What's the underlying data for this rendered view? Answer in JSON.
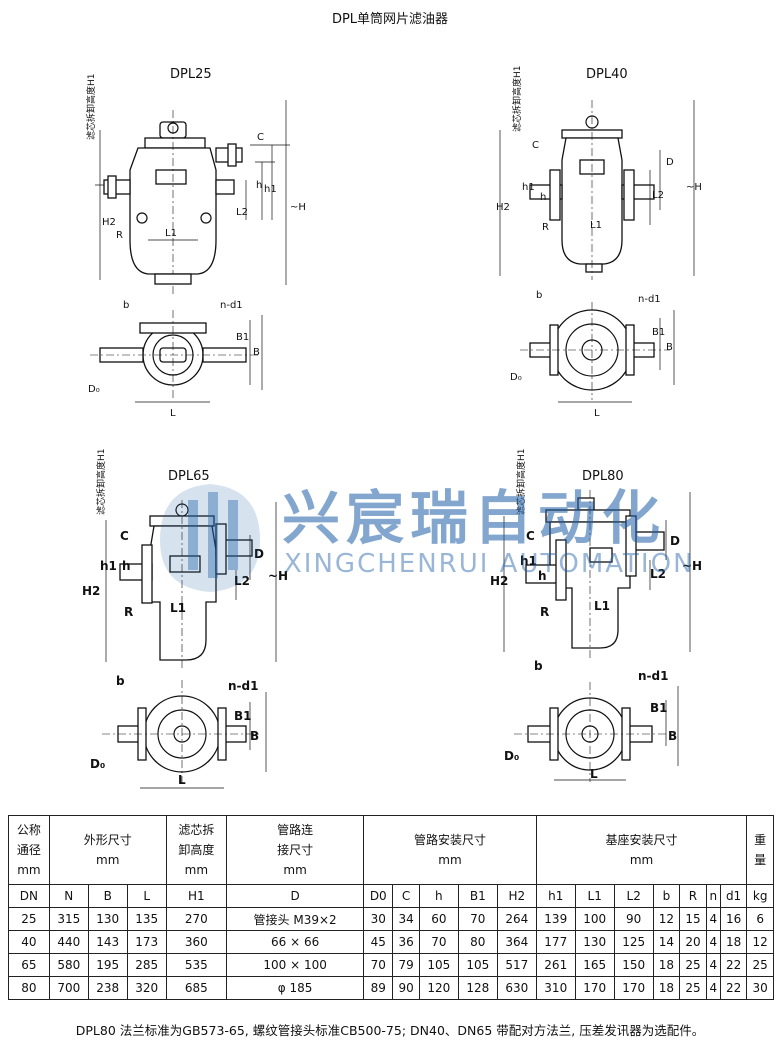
{
  "page": {
    "title": "DPL单筒网片滤油器",
    "note": "DPL80 法兰标准为GB573-65, 螺纹管接头标准CB500-75; DN40、DN65 带配对方法兰, 压差发讯器为选配件。"
  },
  "drawings": {
    "models": [
      "DPL25",
      "DPL40",
      "DPL65",
      "DPL80"
    ],
    "labels": {
      "h1_vertical": "滤芯拆卸高度H1",
      "C": "C",
      "h": "h",
      "h1": "h1",
      "L1": "L1",
      "L2": "L2",
      "H": "~H",
      "H2": "H2",
      "R": "R",
      "D": "D",
      "b": "b",
      "nd1": "n-d1",
      "B1": "B1",
      "B": "B",
      "L": "L",
      "D0": "D₀"
    }
  },
  "watermark": {
    "cn": "兴宸瑞自动化",
    "en": "XINGCHENRUI AUTOMATION",
    "color": "#1e5fa8"
  },
  "table": {
    "header_groups": [
      {
        "label": "公称\n通径\nmm"
      },
      {
        "label": "外形尺寸\nmm"
      },
      {
        "label": "滤芯拆\n卸高度\nmm"
      },
      {
        "label": "管路连\n接尺寸\nmm"
      },
      {
        "label": "管路安装尺寸\nmm"
      },
      {
        "label": "基座安装尺寸\nmm"
      },
      {
        "label": "重\n量"
      }
    ],
    "columns": [
      "DN",
      "N",
      "B",
      "L",
      "H1",
      "D",
      "D0",
      "C",
      "h",
      "B1",
      "H2",
      "h1",
      "L1",
      "L2",
      "b",
      "R",
      "n",
      "d1",
      "kg"
    ],
    "rows": [
      [
        "25",
        "315",
        "130",
        "135",
        "270",
        "管接头 M39×2",
        "30",
        "34",
        "60",
        "70",
        "264",
        "139",
        "100",
        "90",
        "12",
        "15",
        "4",
        "16",
        "6"
      ],
      [
        "40",
        "440",
        "143",
        "173",
        "360",
        "66 × 66",
        "45",
        "36",
        "70",
        "80",
        "364",
        "177",
        "130",
        "125",
        "14",
        "20",
        "4",
        "18",
        "12"
      ],
      [
        "65",
        "580",
        "195",
        "285",
        "535",
        "100 × 100",
        "70",
        "79",
        "105",
        "105",
        "517",
        "261",
        "165",
        "150",
        "18",
        "25",
        "4",
        "22",
        "25"
      ],
      [
        "80",
        "700",
        "238",
        "320",
        "685",
        "φ 185",
        "89",
        "90",
        "120",
        "128",
        "630",
        "310",
        "170",
        "170",
        "18",
        "25",
        "4",
        "22",
        "30"
      ]
    ]
  }
}
